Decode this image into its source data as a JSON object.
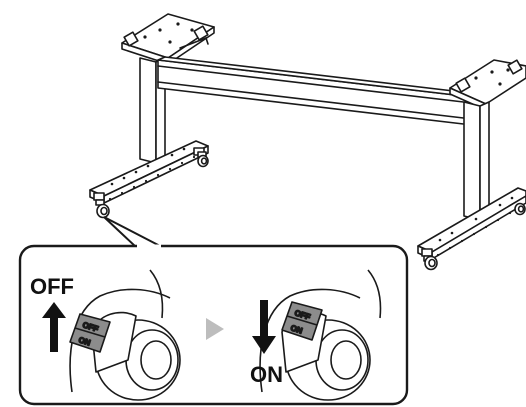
{
  "callout": {
    "off_label": "OFF",
    "on_label": "ON",
    "switch_text_off": "OFF",
    "switch_text_on": "ON"
  },
  "colors": {
    "line": "#1a1a1a",
    "switch_fill": "#8c8c8c",
    "arrow_gray": "#bdbdbd",
    "background": "#ffffff"
  },
  "icons": [
    "arrow-up-icon",
    "arrow-down-icon",
    "play-arrow-icon",
    "caster-wheel-icon"
  ]
}
